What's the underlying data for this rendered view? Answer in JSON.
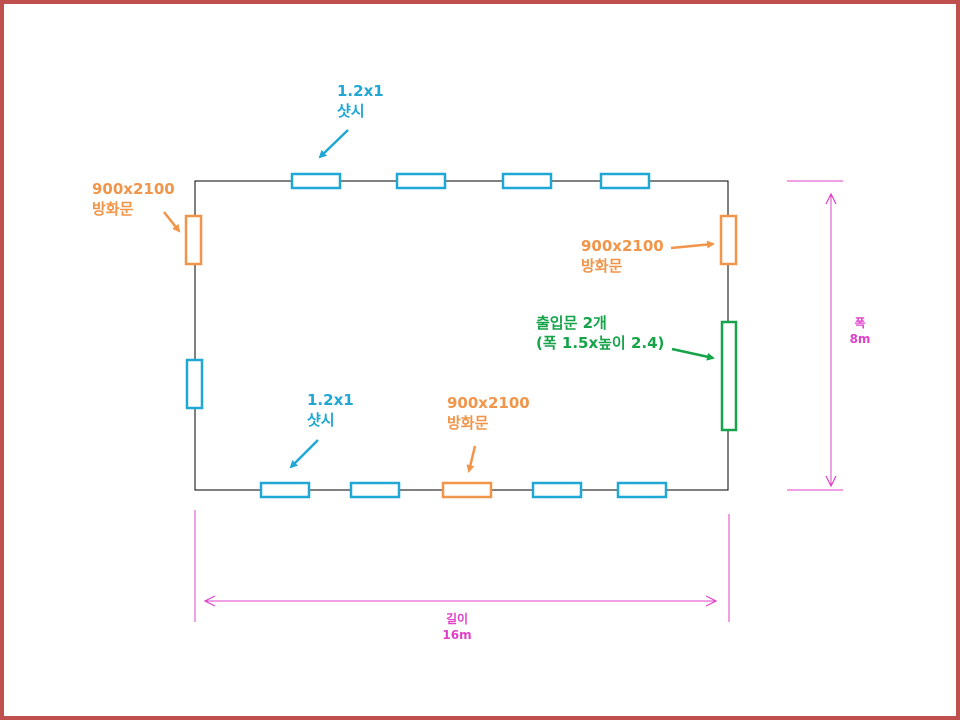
{
  "colors": {
    "frame": "#c0504d",
    "wall": "#000000",
    "window": "#1fa7d6",
    "fire_door": "#f0954a",
    "entrance": "#16a34a",
    "dimension": "#e040c8"
  },
  "labels": {
    "window_top": [
      "1.2x1",
      "샷시"
    ],
    "window_bottom": [
      "1.2x1",
      "샷시"
    ],
    "fire_door_left": [
      "900x2100",
      "방화문"
    ],
    "fire_door_right": [
      "900x2100",
      "방화문"
    ],
    "fire_door_bottom": [
      "900x2100",
      "방화문"
    ],
    "entrance": [
      "출입문 2개",
      "(폭 1.5x높이 2.4)"
    ]
  },
  "dimensions": {
    "width": [
      "폭",
      "8m"
    ],
    "length": [
      "길이",
      "16m"
    ]
  }
}
